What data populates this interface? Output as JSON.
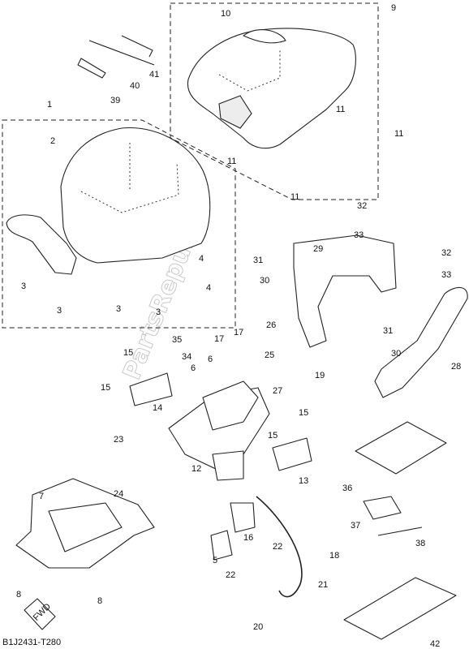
{
  "watermark": "PartsRepublik",
  "footer_code": "B1J2431-T280",
  "fwd_label": "FWD",
  "callouts": [
    {
      "id": "c1",
      "label": "1"
    },
    {
      "id": "c2",
      "label": "2"
    },
    {
      "id": "c3a",
      "label": "3"
    },
    {
      "id": "c3b",
      "label": "3"
    },
    {
      "id": "c3c",
      "label": "3"
    },
    {
      "id": "c3d",
      "label": "3"
    },
    {
      "id": "c4a",
      "label": "4"
    },
    {
      "id": "c4b",
      "label": "4"
    },
    {
      "id": "c5",
      "label": "5"
    },
    {
      "id": "c6a",
      "label": "6"
    },
    {
      "id": "c6b",
      "label": "6"
    },
    {
      "id": "c7",
      "label": "7"
    },
    {
      "id": "c8a",
      "label": "8"
    },
    {
      "id": "c8b",
      "label": "8"
    },
    {
      "id": "c9",
      "label": "9"
    },
    {
      "id": "c10",
      "label": "10"
    },
    {
      "id": "c11a",
      "label": "11"
    },
    {
      "id": "c11b",
      "label": "11"
    },
    {
      "id": "c11c",
      "label": "11"
    },
    {
      "id": "c11d",
      "label": "11"
    },
    {
      "id": "c12",
      "label": "12"
    },
    {
      "id": "c13",
      "label": "13"
    },
    {
      "id": "c14",
      "label": "14"
    },
    {
      "id": "c15a",
      "label": "15"
    },
    {
      "id": "c15b",
      "label": "15"
    },
    {
      "id": "c15c",
      "label": "15"
    },
    {
      "id": "c15d",
      "label": "15"
    },
    {
      "id": "c16",
      "label": "16"
    },
    {
      "id": "c17a",
      "label": "17"
    },
    {
      "id": "c17b",
      "label": "17"
    },
    {
      "id": "c18",
      "label": "18"
    },
    {
      "id": "c19",
      "label": "19"
    },
    {
      "id": "c20",
      "label": "20"
    },
    {
      "id": "c21",
      "label": "21"
    },
    {
      "id": "c22a",
      "label": "22"
    },
    {
      "id": "c22b",
      "label": "22"
    },
    {
      "id": "c23",
      "label": "23"
    },
    {
      "id": "c24",
      "label": "24"
    },
    {
      "id": "c25",
      "label": "25"
    },
    {
      "id": "c26",
      "label": "26"
    },
    {
      "id": "c27",
      "label": "27"
    },
    {
      "id": "c28",
      "label": "28"
    },
    {
      "id": "c29",
      "label": "29"
    },
    {
      "id": "c30a",
      "label": "30"
    },
    {
      "id": "c30b",
      "label": "30"
    },
    {
      "id": "c31a",
      "label": "31"
    },
    {
      "id": "c31b",
      "label": "31"
    },
    {
      "id": "c32a",
      "label": "32"
    },
    {
      "id": "c32b",
      "label": "32"
    },
    {
      "id": "c33a",
      "label": "33"
    },
    {
      "id": "c33b",
      "label": "33"
    },
    {
      "id": "c34",
      "label": "34"
    },
    {
      "id": "c35",
      "label": "35"
    },
    {
      "id": "c36",
      "label": "36"
    },
    {
      "id": "c37",
      "label": "37"
    },
    {
      "id": "c38",
      "label": "38"
    },
    {
      "id": "c39",
      "label": "39"
    },
    {
      "id": "c40",
      "label": "40"
    },
    {
      "id": "c41",
      "label": "41"
    },
    {
      "id": "c42",
      "label": "42"
    }
  ]
}
